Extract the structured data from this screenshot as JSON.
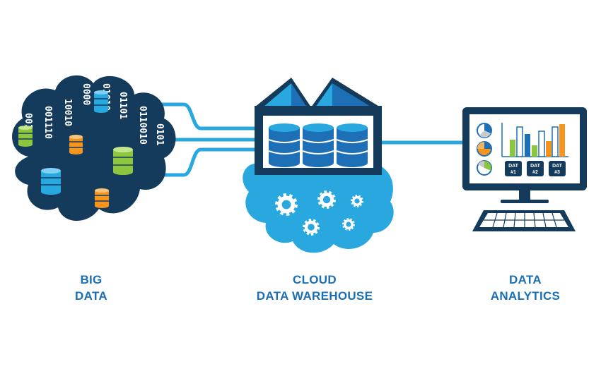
{
  "nodes": {
    "big_data": {
      "line1": "BIG",
      "line2": "DATA"
    },
    "cloud_warehouse": {
      "line1": "CLOUD",
      "line2": "DATA WAREHOUSE"
    },
    "analytics": {
      "line1": "DATA",
      "line2": "ANALYTICS"
    }
  },
  "binary_columns": [
    "0010",
    "001110",
    "10010",
    "0000",
    "01010",
    "01101",
    "0110010",
    "0101"
  ],
  "dashboard": {
    "buttons": [
      {
        "line1": "DAT",
        "line2": "#1"
      },
      {
        "line1": "DAT",
        "line2": "#2"
      },
      {
        "line1": "DAT",
        "line2": "#3"
      }
    ]
  },
  "colors": {
    "dark_navy": "#143a5c",
    "light_blue": "#29a8e0",
    "mid_blue": "#1d6fb6",
    "green": "#8cc63f",
    "orange": "#f7941d",
    "caption": "#1a6fb5"
  }
}
